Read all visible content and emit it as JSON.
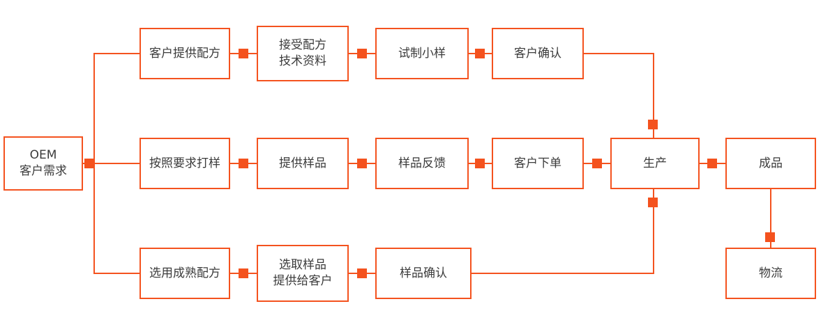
{
  "diagram": {
    "accent_color": "#f4521e",
    "text_color": "#3b3b3b",
    "nodes": {
      "oem": {
        "label": "OEM\n客户需求"
      },
      "row1_provide_formula": {
        "label": "客户提供配方"
      },
      "row1_accept_formula": {
        "label": "接受配方\n技术资料"
      },
      "row1_trial_sample": {
        "label": "试制小样"
      },
      "row1_customer_confirm": {
        "label": "客户确认"
      },
      "row2_sample_per_request": {
        "label": "按照要求打样"
      },
      "row2_provide_sample": {
        "label": "提供样品"
      },
      "row2_sample_feedback": {
        "label": "样品反馈"
      },
      "row2_customer_order": {
        "label": "客户下单"
      },
      "production": {
        "label": "生产"
      },
      "finished_product": {
        "label": "成品"
      },
      "row3_mature_formula": {
        "label": "选用成熟配方"
      },
      "row3_select_sample": {
        "label": "选取样品\n提供给客户"
      },
      "row3_sample_confirm": {
        "label": "样品确认"
      },
      "logistics": {
        "label": "物流"
      }
    }
  }
}
